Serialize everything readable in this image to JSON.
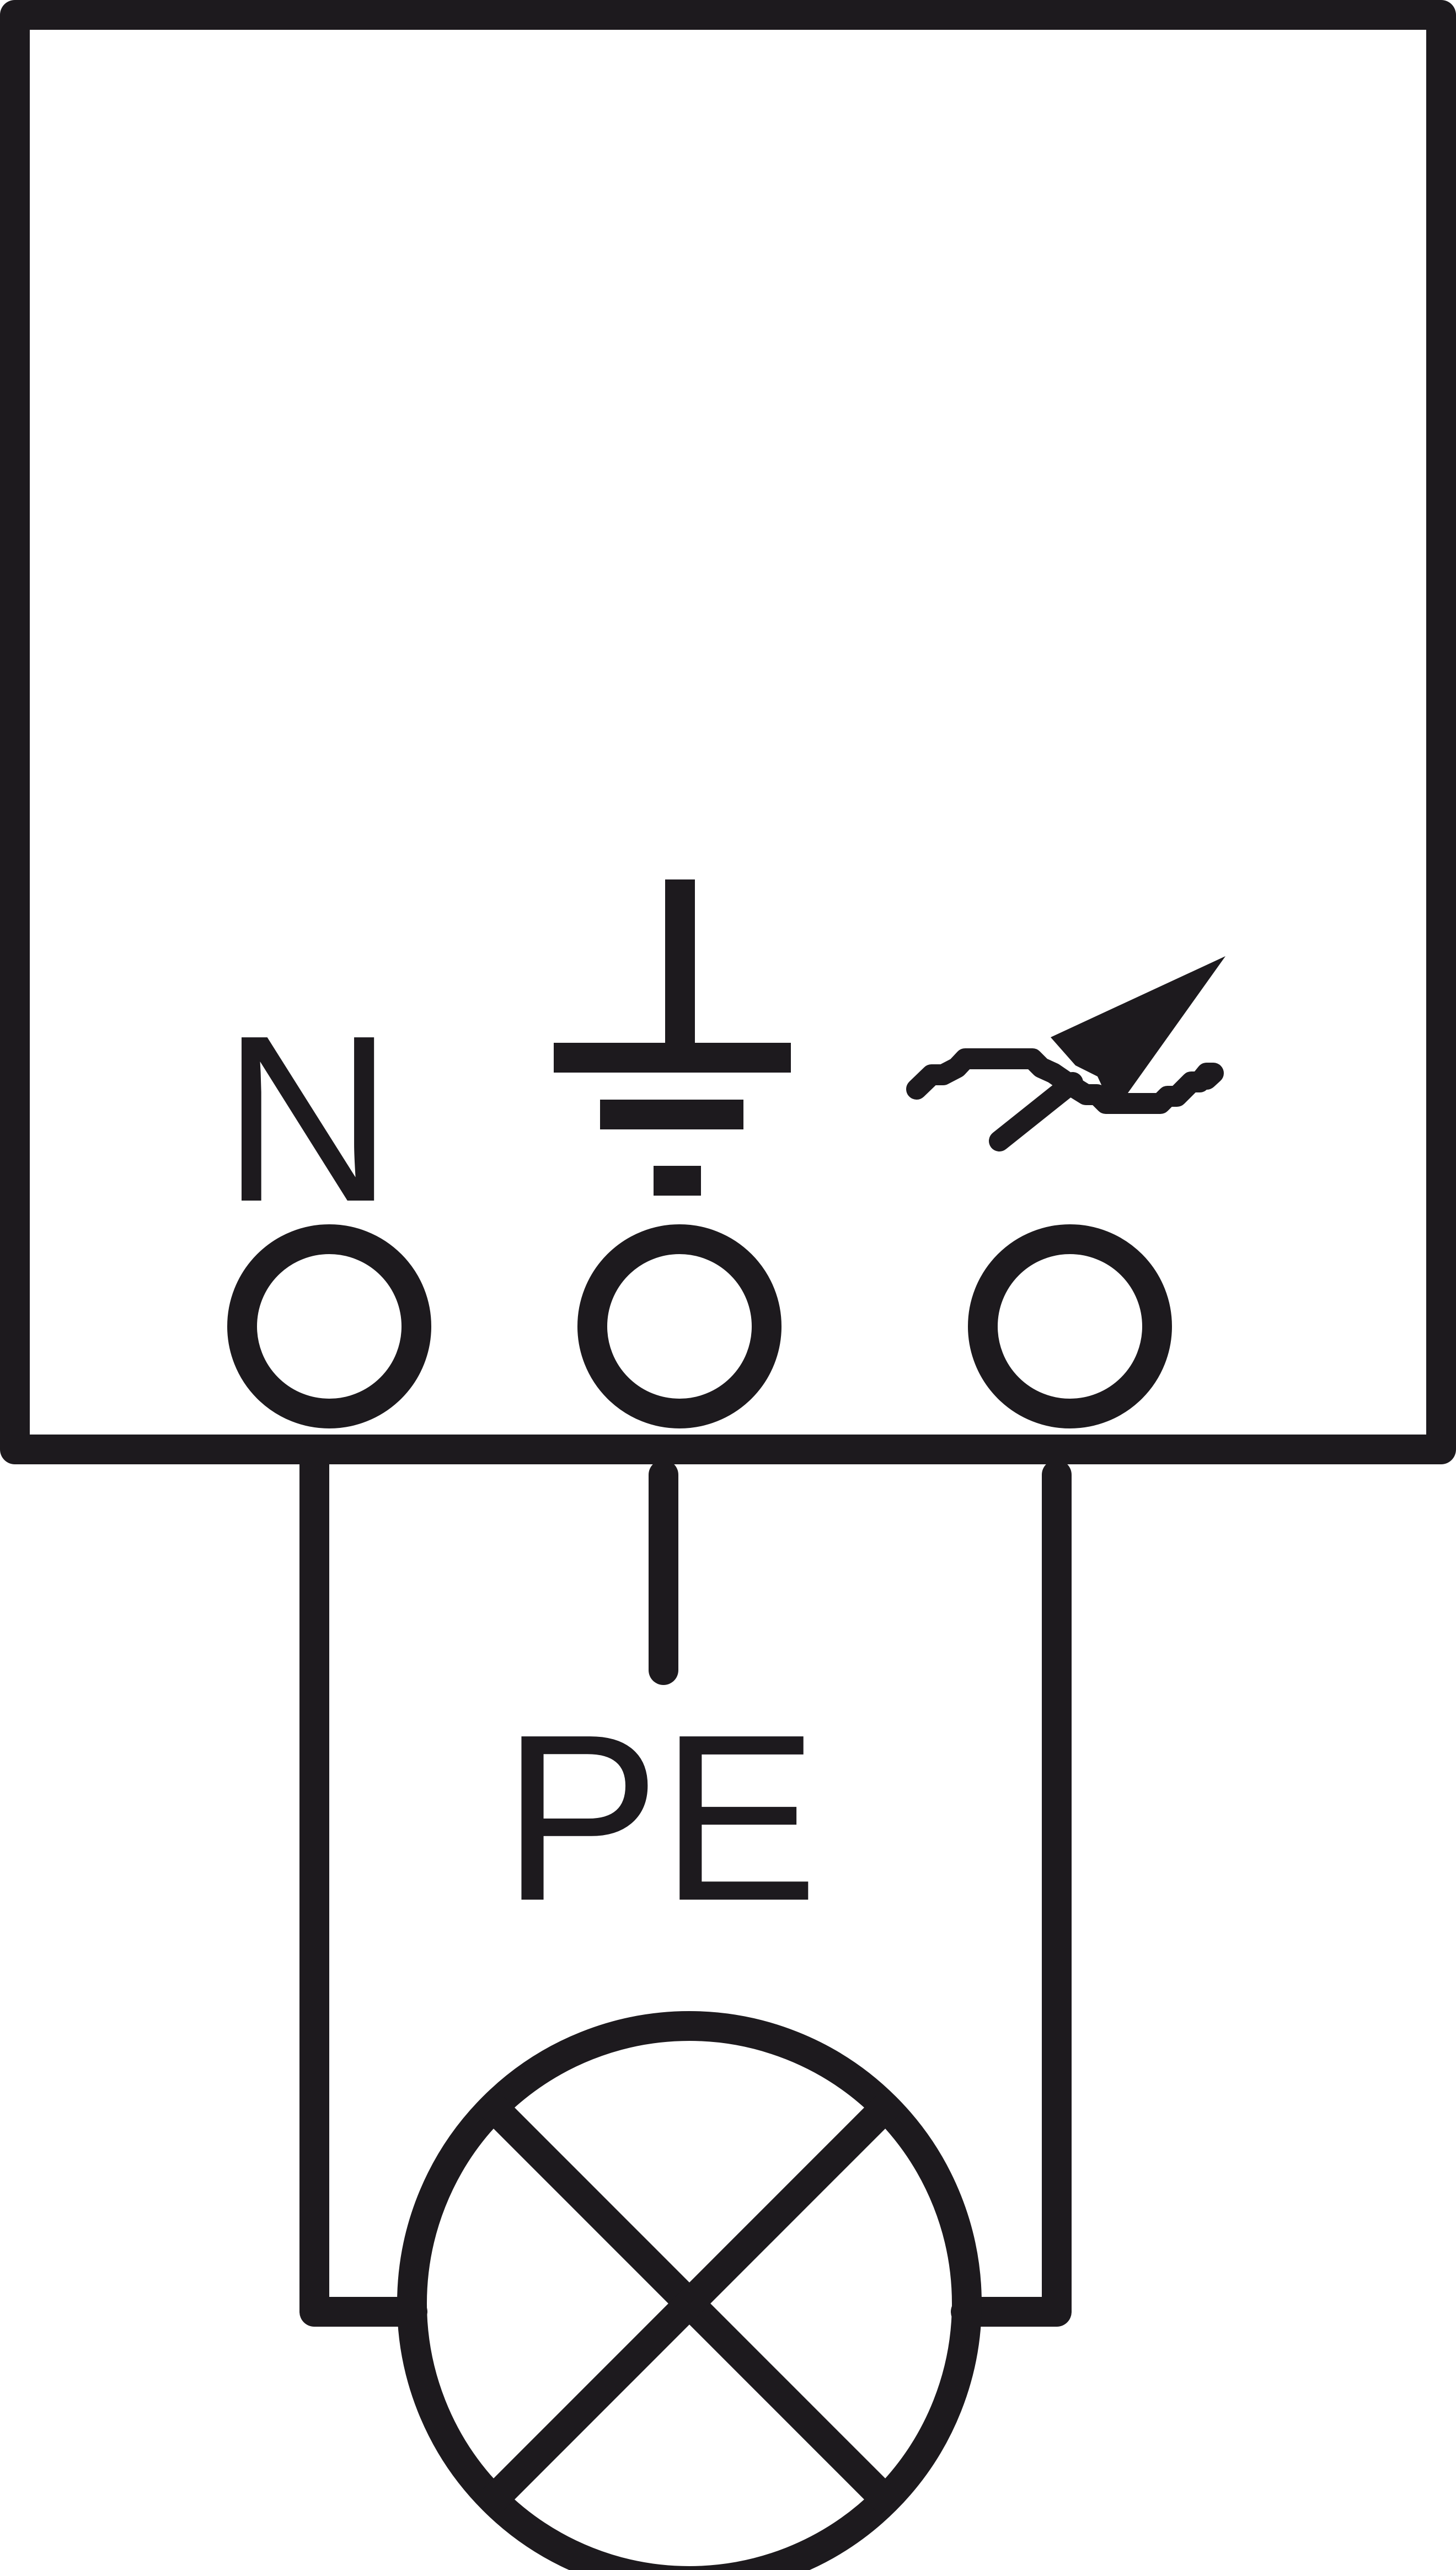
{
  "colors": {
    "ink": "#1d1a1e",
    "background": "#ffffff"
  },
  "housing": {
    "terminals": [
      {
        "label": "N",
        "symbol": "neutral-label"
      },
      {
        "label": "",
        "symbol": "earth-ground-icon"
      },
      {
        "label": "",
        "symbol": "live-phase-icon"
      }
    ]
  },
  "wiring": {
    "pe_label": "PE"
  },
  "lamp": {
    "symbol": "lamp-icon"
  }
}
